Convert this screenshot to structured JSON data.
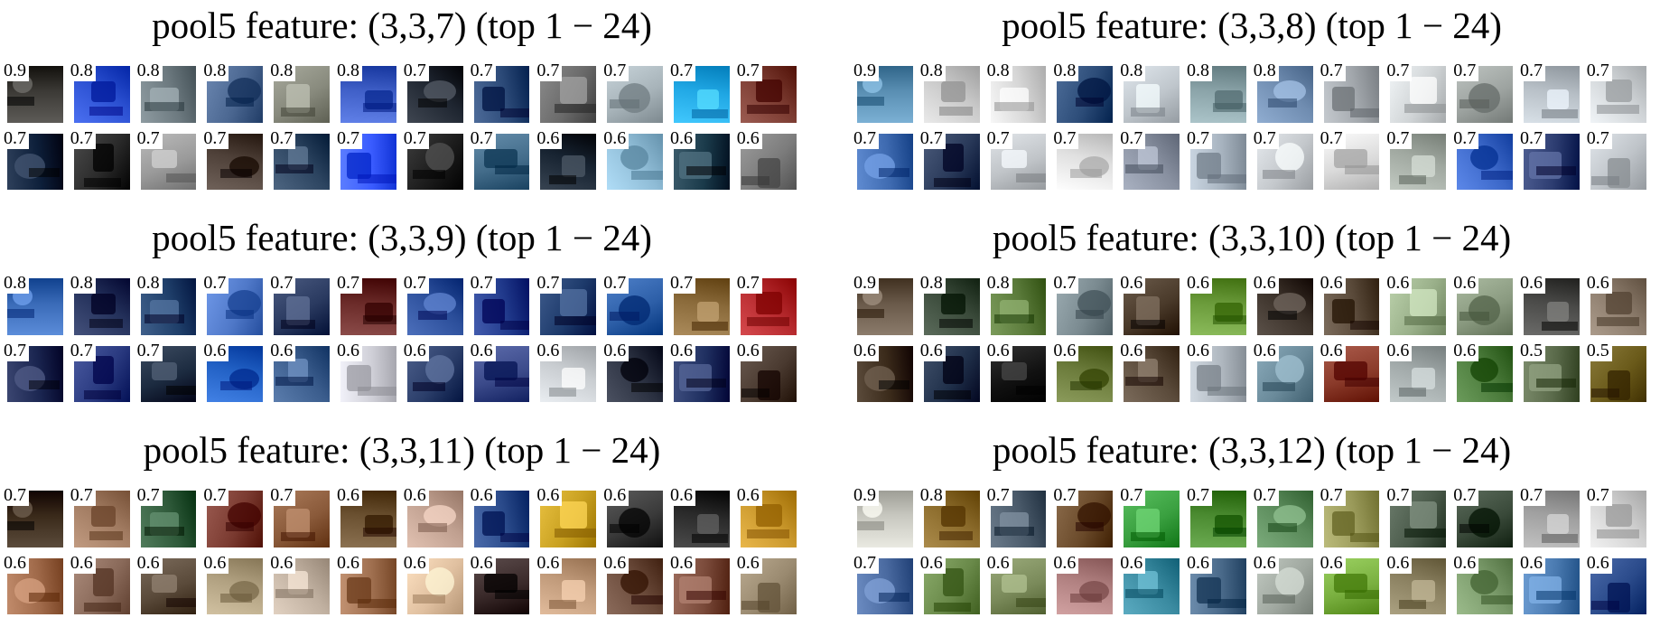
{
  "panels": [
    {
      "title": "pool5 feature: (3,3,7) (top 1 − 24)",
      "scores": [
        "0.9",
        "0.8",
        "0.8",
        "0.8",
        "0.8",
        "0.8",
        "0.7",
        "0.7",
        "0.7",
        "0.7",
        "0.7",
        "0.7",
        "0.7",
        "0.7",
        "0.7",
        "0.7",
        "0.7",
        "0.7",
        "0.7",
        "0.7",
        "0.6",
        "0.6",
        "0.6",
        "0.6"
      ],
      "palette": [
        "#3c3a36",
        "#2a4fd0",
        "#6d7a80",
        "#4a6690",
        "#888a7d",
        "#3f5fc7",
        "#1e2530",
        "#2c4a78",
        "#6a6a6a",
        "#a7b3b9",
        "#20a7e4",
        "#7a3a30",
        "#0d1f3a",
        "#2a2a2a",
        "#9a9a9a",
        "#4e4038",
        "#2c4460",
        "#3a5cff",
        "#1c1c1c",
        "#436c8a",
        "#162230",
        "#8fbcd6",
        "#1a3a4a",
        "#7c7c7c"
      ]
    },
    {
      "title": "pool5 feature: (3,3,8) (top 1 − 24)",
      "scores": [
        "0.9",
        "0.8",
        "0.8",
        "0.8",
        "0.8",
        "0.8",
        "0.8",
        "0.7",
        "0.7",
        "0.7",
        "0.7",
        "0.7",
        "0.7",
        "0.7",
        "0.7",
        "0.7",
        "0.7",
        "0.7",
        "0.7",
        "0.7",
        "0.7",
        "0.7",
        "0.7",
        "0.7"
      ],
      "palette": [
        "#5a8fb3",
        "#c8c8c8",
        "#d6d6d6",
        "#2c4c78",
        "#bfc6cc",
        "#8aa3a8",
        "#6f8cb0",
        "#a3a8ad",
        "#d0d4d6",
        "#9da3a0",
        "#b7bfc6",
        "#cfd3d6",
        "#3e6ab0",
        "#2a3a5a",
        "#c0c4c8",
        "#e0e0e0",
        "#8890a0",
        "#a8b4c0",
        "#c4c8cc",
        "#dadada",
        "#a0a8a0",
        "#3b67c8",
        "#2c3c70",
        "#bfc4c9"
      ]
    },
    {
      "title": "pool5 feature: (3,3,9) (top 1 − 24)",
      "scores": [
        "0.8",
        "0.8",
        "0.8",
        "0.7",
        "0.7",
        "0.7",
        "0.7",
        "0.7",
        "0.7",
        "0.7",
        "0.7",
        "0.7",
        "0.7",
        "0.7",
        "0.7",
        "0.6",
        "0.6",
        "0.6",
        "0.6",
        "0.6",
        "0.6",
        "0.6",
        "0.6",
        "0.6"
      ],
      "palette": [
        "#3a6bb8",
        "#23305a",
        "#1f3f6a",
        "#4f78c8",
        "#2a3a60",
        "#6a2a28",
        "#2b4e9a",
        "#213a8c",
        "#1d3a6b",
        "#2d5fa8",
        "#8a6a3a",
        "#b4282c",
        "#1a2550",
        "#2a3a80",
        "#1c2b40",
        "#2160c4",
        "#3a5c8c",
        "#d0d0d8",
        "#2b3e6a",
        "#3b4a8a",
        "#c8ccd0",
        "#2a3040",
        "#1f2f60",
        "#4a3a30"
      ]
    },
    {
      "title": "pool5 feature: (3,3,10) (top 1 − 24)",
      "scores": [
        "0.9",
        "0.8",
        "0.8",
        "0.7",
        "0.6",
        "0.6",
        "0.6",
        "0.6",
        "0.6",
        "0.6",
        "0.6",
        "0.6",
        "0.6",
        "0.6",
        "0.6",
        "0.6",
        "0.6",
        "0.6",
        "0.6",
        "0.6",
        "0.6",
        "0.6",
        "0.5",
        "0.5"
      ],
      "palette": [
        "#6a5a4a",
        "#3a4a3a",
        "#5a7a3a",
        "#7a8a90",
        "#4a3a2a",
        "#6a9a3a",
        "#3a3028",
        "#5a4a3a",
        "#9ab08a",
        "#8a9a80",
        "#4a4a48",
        "#8a7a6a",
        "#3a2a1a",
        "#20304a",
        "#111111",
        "#6a7a3a",
        "#5a4a3a",
        "#b0b8c0",
        "#6a8a9a",
        "#8a3a2a",
        "#a0a8a8",
        "#4a7a3a",
        "#5a6a4a",
        "#6a5a1a"
      ]
    },
    {
      "title": "pool5 feature: (3,3,11) (top 1 − 24)",
      "scores": [
        "0.7",
        "0.7",
        "0.7",
        "0.7",
        "0.7",
        "0.6",
        "0.6",
        "0.6",
        "0.6",
        "0.6",
        "0.6",
        "0.6",
        "0.6",
        "0.6",
        "0.6",
        "0.6",
        "0.6",
        "0.6",
        "0.6",
        "0.6",
        "0.6",
        "0.6",
        "0.6",
        "0.6"
      ],
      "palette": [
        "#3a2a1a",
        "#a07a60",
        "#2f5a3a",
        "#7a3a30",
        "#8a5a3a",
        "#6a5030",
        "#c0a090",
        "#2a4a8a",
        "#c8a020",
        "#3a3a3a",
        "#2a2a2a",
        "#c8962a",
        "#a06a4a",
        "#8a6a5a",
        "#5a4a3a",
        "#b0a080",
        "#c0b0a0",
        "#a07050",
        "#e0c0a0",
        "#3a2a2a",
        "#c09a7a",
        "#6a4a3a",
        "#7a4a3a",
        "#9a8a70"
      ]
    },
    {
      "title": "pool5 feature: (3,3,12) (top 1 − 24)",
      "scores": [
        "0.9",
        "0.8",
        "0.7",
        "0.7",
        "0.7",
        "0.7",
        "0.7",
        "0.7",
        "0.7",
        "0.7",
        "0.7",
        "0.7",
        "0.7",
        "0.6",
        "0.6",
        "0.6",
        "0.6",
        "0.6",
        "0.6",
        "0.6",
        "0.6",
        "0.6",
        "0.6",
        "0.6"
      ],
      "palette": [
        "#c8c8c0",
        "#8a6a2a",
        "#4a5a6a",
        "#6a4a2a",
        "#3aa040",
        "#4a8a30",
        "#5a8a5a",
        "#9a9a5a",
        "#4a5a4a",
        "#3a4a3a",
        "#a0a0a0",
        "#d0d0d0",
        "#4a6aa0",
        "#6a8a4a",
        "#7a8a5a",
        "#b08080",
        "#3a8aa0",
        "#4a6a8a",
        "#a0a8a0",
        "#7ab040",
        "#8a8060",
        "#7a9a6a",
        "#4a7ab0",
        "#2a4a8a"
      ]
    }
  ]
}
